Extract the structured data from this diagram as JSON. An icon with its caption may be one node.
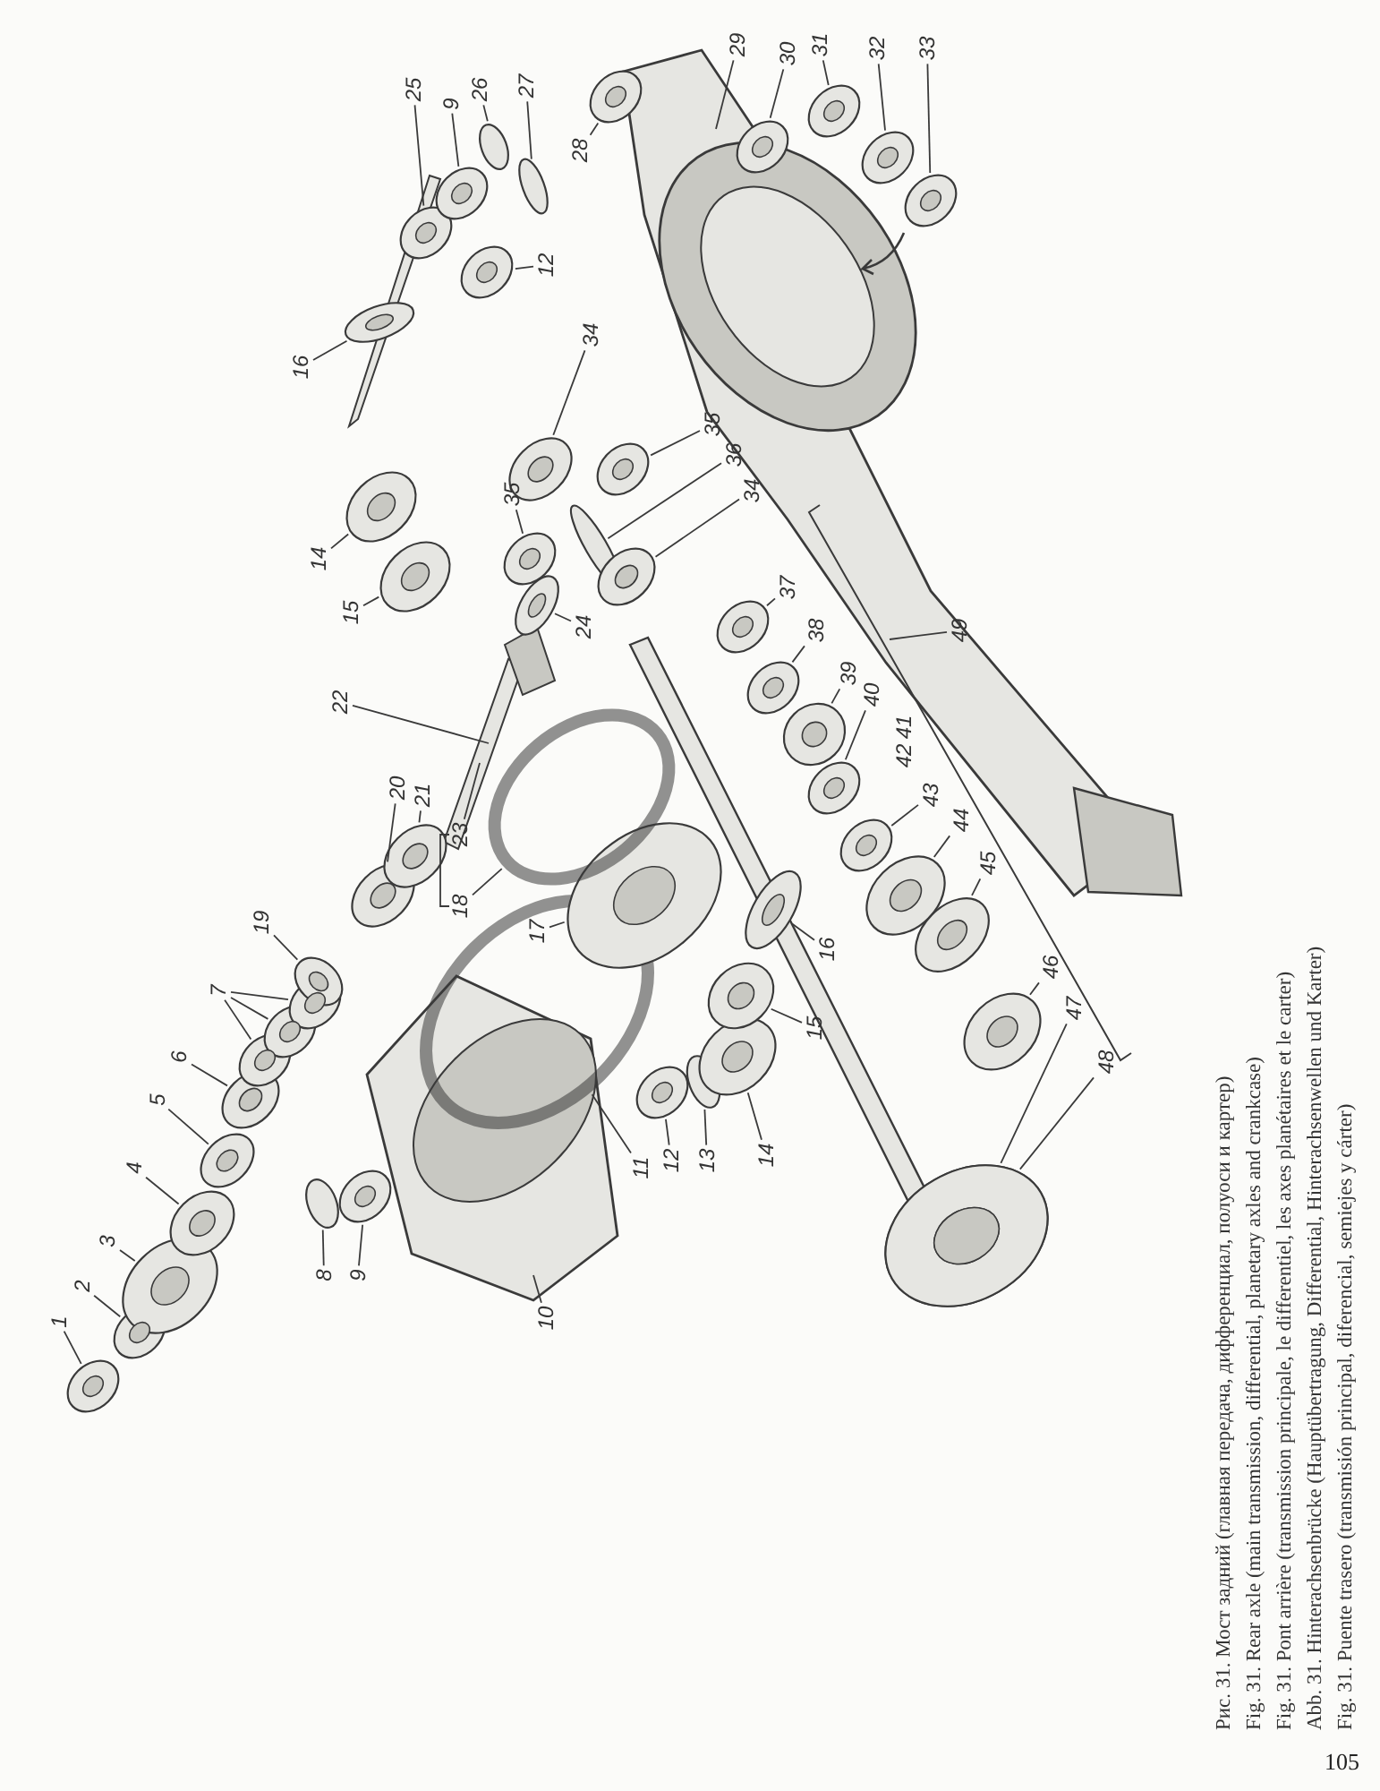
{
  "diagram": {
    "nodes": [
      {
        "text": [
          "1"
        ]
      },
      {
        "text": [
          "2"
        ]
      },
      {
        "text": [
          "3"
        ]
      },
      {
        "text": [
          "4"
        ]
      },
      {
        "text": [
          "5"
        ]
      },
      {
        "text": [
          "6"
        ]
      },
      {
        "text": [
          "7"
        ]
      },
      {
        "text": [
          "8"
        ]
      },
      {
        "text": [
          "9"
        ]
      },
      {
        "text": [
          "10"
        ]
      },
      {
        "text": [
          "11"
        ]
      },
      {
        "text": [
          "12"
        ]
      },
      {
        "text": [
          "13"
        ]
      },
      {
        "text": [
          "14"
        ]
      },
      {
        "text": [
          "15"
        ]
      },
      {
        "text": [
          "16"
        ]
      },
      {
        "text": [
          "17"
        ]
      },
      {
        "text": [
          "18"
        ]
      },
      {
        "text": [
          "19"
        ]
      },
      {
        "text": [
          "20"
        ]
      },
      {
        "text": [
          "21"
        ]
      },
      {
        "text": [
          "22"
        ]
      },
      {
        "text": [
          "23"
        ]
      },
      {
        "text": [
          "24"
        ]
      },
      {
        "text": [
          "25"
        ]
      },
      {
        "text": [
          "9"
        ]
      },
      {
        "text": [
          "26"
        ]
      },
      {
        "text": [
          "27"
        ]
      },
      {
        "text": [
          "28"
        ]
      },
      {
        "text": [
          "12"
        ]
      },
      {
        "text": [
          "16"
        ]
      },
      {
        "text": [
          "14"
        ]
      },
      {
        "text": [
          "15"
        ]
      },
      {
        "text": [
          "35"
        ]
      },
      {
        "text": [
          "34"
        ]
      },
      {
        "text": [
          "35"
        ]
      },
      {
        "text": [
          "36"
        ]
      },
      {
        "text": [
          "34"
        ]
      },
      {
        "text": [
          "37"
        ]
      },
      {
        "text": [
          "38"
        ]
      },
      {
        "text": [
          "39"
        ]
      },
      {
        "text": [
          "40"
        ]
      },
      {
        "text": [
          "42"
        ]
      },
      {
        "text": [
          "41"
        ]
      },
      {
        "text": [
          "43"
        ]
      },
      {
        "text": [
          "44"
        ]
      },
      {
        "text": [
          "45"
        ]
      },
      {
        "text": [
          "46"
        ]
      },
      {
        "text": [
          "47"
        ]
      },
      {
        "text": [
          "48"
        ]
      },
      {
        "text": [
          "49"
        ]
      },
      {
        "text": [
          "29"
        ]
      },
      {
        "text": [
          "30"
        ]
      },
      {
        "text": [
          "31"
        ]
      },
      {
        "text": [
          "32"
        ]
      },
      {
        "text": [
          "33"
        ]
      }
    ],
    "edges": [
      {
        "from": 0,
        "to": null,
        "arrow": "none"
      },
      {
        "from": 1,
        "to": null,
        "arrow": "none"
      },
      {
        "from": 2,
        "to": null,
        "arrow": "none"
      },
      {
        "from": 3,
        "to": null,
        "arrow": "none"
      },
      {
        "from": 4,
        "to": null,
        "arrow": "none"
      },
      {
        "from": 5,
        "to": null,
        "arrow": "none"
      },
      {
        "from": 6,
        "to": null,
        "arrow": "none"
      },
      {
        "from": 6,
        "to": null,
        "arrow": "none"
      },
      {
        "from": 6,
        "to": null,
        "arrow": "none"
      },
      {
        "from": 7,
        "to": null,
        "arrow": "none"
      },
      {
        "from": 8,
        "to": null,
        "arrow": "none"
      },
      {
        "from": 9,
        "to": null,
        "arrow": "none"
      },
      {
        "from": 10,
        "to": null,
        "arrow": "none"
      },
      {
        "from": 11,
        "to": null,
        "arrow": "none"
      },
      {
        "from": 12,
        "to": null,
        "arrow": "none"
      },
      {
        "from": 13,
        "to": null,
        "arrow": "none"
      },
      {
        "from": 14,
        "to": null,
        "arrow": "none"
      },
      {
        "from": 15,
        "to": null,
        "arrow": "none"
      },
      {
        "from": 16,
        "to": null,
        "arrow": "none"
      },
      {
        "from": 17,
        "to": null,
        "arrow": "none"
      },
      {
        "from": 18,
        "to": null,
        "arrow": "none"
      },
      {
        "from": 19,
        "to": null,
        "arrow": "none"
      },
      {
        "from": 20,
        "to": null,
        "arrow": "none"
      },
      {
        "from": 21,
        "to": null,
        "arrow": "none"
      },
      {
        "from": 22,
        "to": null,
        "arrow": "none"
      },
      {
        "from": 23,
        "to": null,
        "arrow": "none"
      },
      {
        "from": 24,
        "to": null,
        "arrow": "none"
      },
      {
        "from": 25,
        "to": null,
        "arrow": "none"
      },
      {
        "from": 26,
        "to": null,
        "arrow": "none"
      },
      {
        "from": 27,
        "to": null,
        "arrow": "none"
      },
      {
        "from": 28,
        "to": null,
        "arrow": "none"
      },
      {
        "from": 29,
        "to": null,
        "arrow": "none"
      },
      {
        "from": 30,
        "to": null,
        "arrow": "none"
      },
      {
        "from": 31,
        "to": null,
        "arrow": "none"
      },
      {
        "from": 32,
        "to": null,
        "arrow": "none"
      },
      {
        "from": 33,
        "to": null,
        "arrow": "none"
      },
      {
        "from": 34,
        "to": null,
        "arrow": "none"
      },
      {
        "from": 35,
        "to": null,
        "arrow": "none"
      },
      {
        "from": 36,
        "to": null,
        "arrow": "none"
      },
      {
        "from": 37,
        "to": null,
        "arrow": "none"
      },
      {
        "from": 38,
        "to": null,
        "arrow": "none"
      },
      {
        "from": 39,
        "to": null,
        "arrow": "none"
      },
      {
        "from": 40,
        "to": null,
        "arrow": "none"
      },
      {
        "from": 41,
        "to": null,
        "arrow": "none"
      },
      {
        "from": 44,
        "to": null,
        "arrow": "none"
      },
      {
        "from": 45,
        "to": null,
        "arrow": "none"
      },
      {
        "from": 46,
        "to": null,
        "arrow": "none"
      },
      {
        "from": 47,
        "to": null,
        "arrow": "none"
      },
      {
        "from": 48,
        "to": null,
        "arrow": "none"
      },
      {
        "from": 49,
        "to": null,
        "arrow": "none"
      },
      {
        "from": 50,
        "to": null,
        "arrow": "none"
      },
      {
        "from": 51,
        "to": null,
        "arrow": "none"
      },
      {
        "from": 52,
        "to": null,
        "arrow": "none"
      },
      {
        "from": 53,
        "to": null,
        "arrow": "none"
      },
      {
        "from": 54,
        "to": null,
        "arrow": "none"
      },
      {
        "from": 55,
        "to": null,
        "arrow": "none"
      },
      {
        "from": 22,
        "to": 17,
        "arrow": "none"
      }
    ],
    "labels": [
      "Рис. 31. Мост задний (главная передача, дифференциал, полуоси и картер)",
      "Fig. 31. Rear axle (main transmission, differential, planetary axles and crankcase)",
      "Fig. 31. Pont arrière (transmission principale, le differentiel, les axes planétaires et le carter)",
      "Abb. 31. Hinterachsenbrücke (Hauptübertragung, Differential, Hinterachsenwellen und Karter)",
      "Fig. 31. Puente trasero (transmisión principal, diferencial, semiejes y cárter)",
      "105"
    ]
  }
}
